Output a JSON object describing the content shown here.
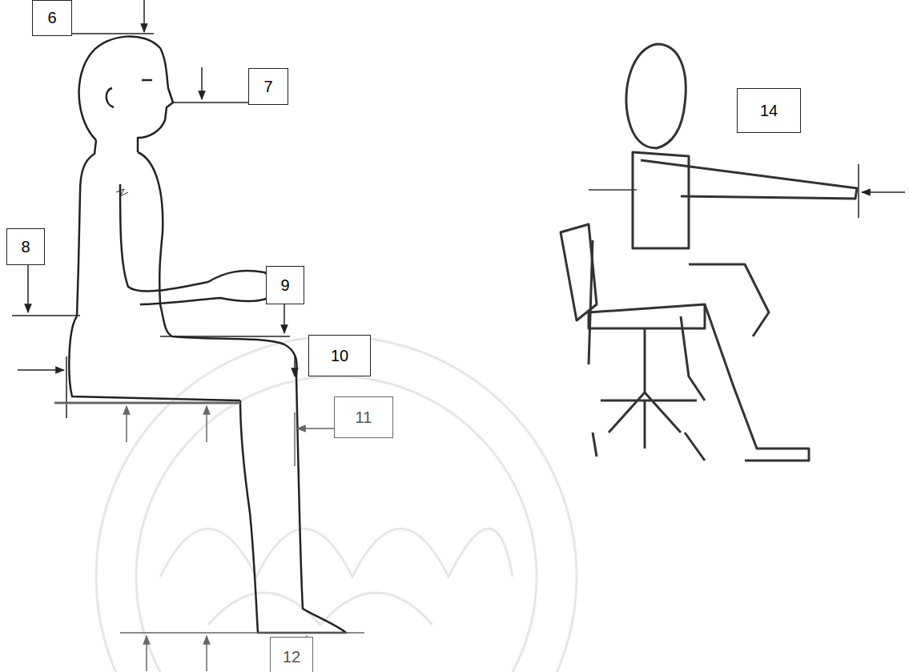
{
  "diagram": {
    "nodes": [
      {
        "text": [
          "6"
        ]
      },
      {
        "text": [
          "7"
        ]
      },
      {
        "text": [
          "14"
        ]
      },
      {
        "text": [
          "8"
        ]
      },
      {
        "text": [
          "9"
        ]
      },
      {
        "text": [
          "10"
        ]
      },
      {
        "text": [
          "11"
        ]
      },
      {
        "text": [
          "12"
        ]
      }
    ]
  }
}
